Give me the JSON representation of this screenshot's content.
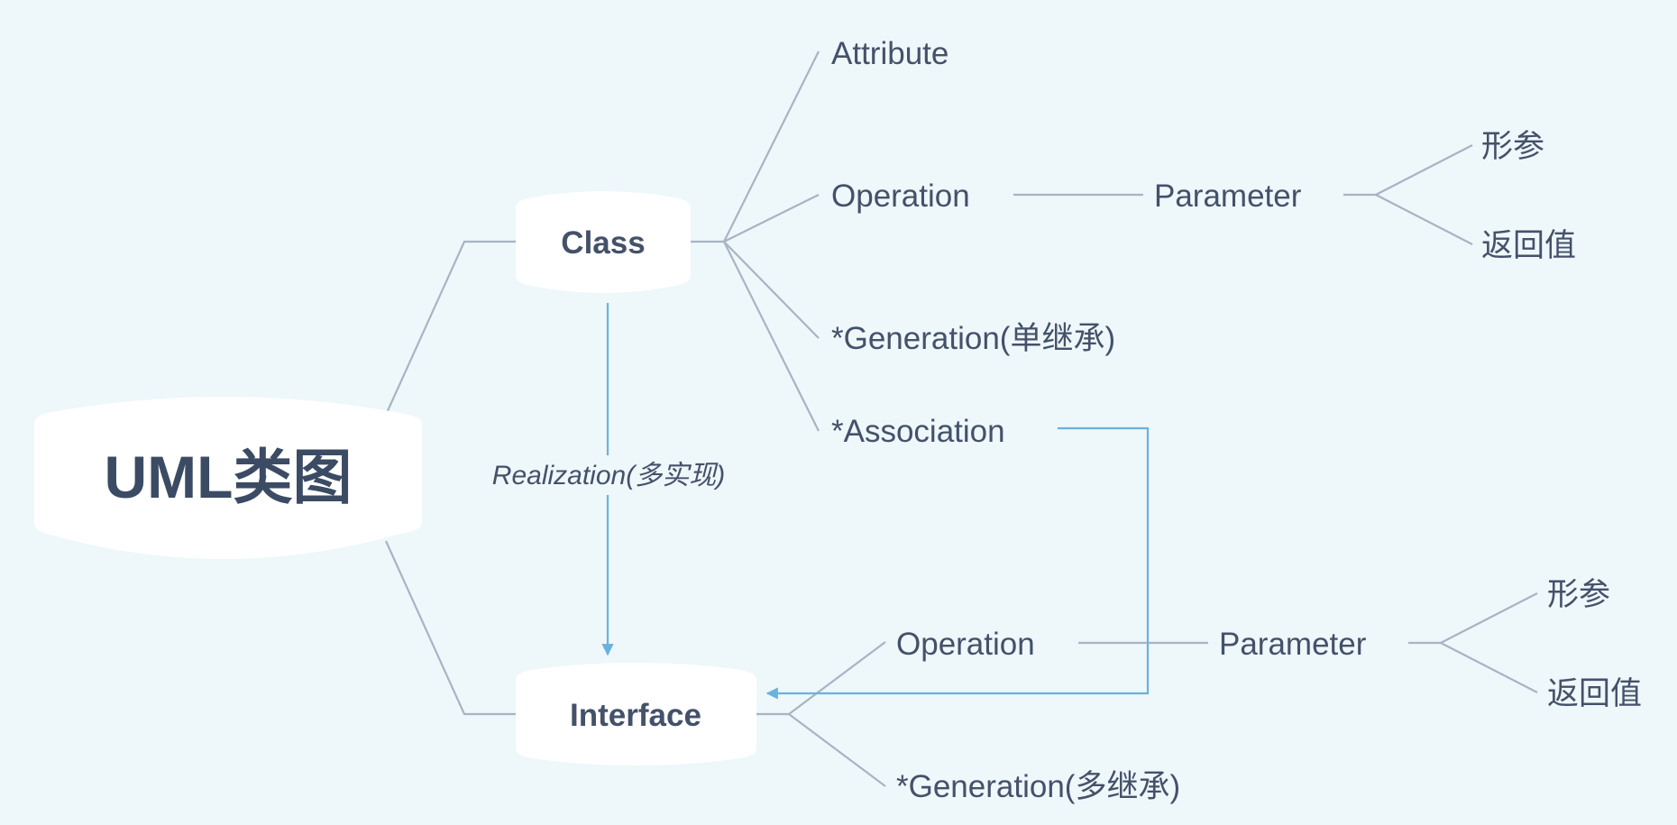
{
  "root": {
    "label": "UML类图"
  },
  "class": {
    "label": "Class",
    "children": {
      "attribute": "Attribute",
      "operation": "Operation",
      "parameter": "Parameter",
      "param_formal": "形参",
      "param_return": "返回值",
      "generation": "*Generation(单继承)",
      "association": "*Association"
    }
  },
  "interface": {
    "label": "Interface",
    "children": {
      "operation": "Operation",
      "parameter": "Parameter",
      "param_formal": "形参",
      "param_return": "返回值",
      "generation": "*Generation(多继承)"
    }
  },
  "relationships": {
    "realization_label": "Realization(多实现)"
  },
  "colors": {
    "background": "#eef7fa",
    "node_fill": "#ffffff",
    "branch_line": "#a7b4c4",
    "relationship_line": "#6ab2dc",
    "text": "#44516a"
  }
}
